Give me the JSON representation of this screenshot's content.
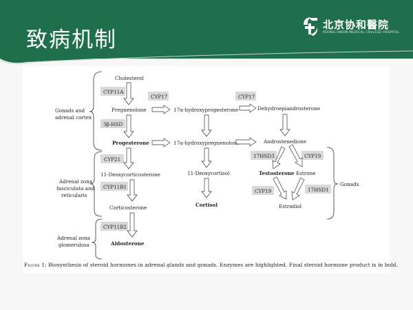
{
  "slide": {
    "title": "致病机制",
    "logo": {
      "name": "北京协和醫院",
      "subtitle": "PEKING UNION MEDICAL COLLEGE HOSPITAL"
    }
  },
  "diagram": {
    "region_labels": {
      "gonads_adrenal_1": "Gonads and",
      "gonads_adrenal_2": "adrenal cortex",
      "fasciculata_1": "Adrenal zona",
      "fasciculata_2": "fasciculata and",
      "fasciculata_3": "reticularis",
      "glomerulosa_1": "Adrenal zona",
      "glomerulosa_2": "glomerulosa",
      "gonads": "Gonads"
    },
    "nodes": {
      "cholesterol": "Cholesterol",
      "pregnenolone": "Pregnenolone",
      "progesterone": "Progesterone",
      "hydroxypregnenolone_17": "17α-hydroxyprogesterone",
      "dhea": "Dehydroepiandrosterone",
      "hydroxyprogesterone_17": "17α-hydroxypregnenolone",
      "androstenedione": "Androstenedione",
      "deoxycorticosterone": "11-Deoxycorticosterone",
      "deoxycortisol": "11-Deoxycortisol",
      "testosterone": "Testosterone",
      "estrone": "Estrone",
      "corticosterone": "Corticosterone",
      "cortisol": "Cortisol",
      "estradiol": "Estradiol",
      "aldosterone": "Aldosterone"
    },
    "enzymes": {
      "cyp11a": "CYP11A",
      "cyp17_a": "CYP17",
      "cyp17_b": "CYP17",
      "hsd3b": "3β-HSD",
      "hsd17_3": "17HSD3",
      "cyp19_a": "CYP19",
      "cyp21": "CYP21",
      "cyp11b1": "CYP11B1",
      "cyp19_b": "CYP19",
      "hsd17_1": "17HSD1",
      "cyp11b2": "CYP11B2"
    },
    "caption": {
      "figure_label": "Figure 1:",
      "text": " Biosynthesis of steroid hormones in adrenal glands and gonads. Enzymes are highlighted. Final steroid hormone product is in bold."
    }
  }
}
